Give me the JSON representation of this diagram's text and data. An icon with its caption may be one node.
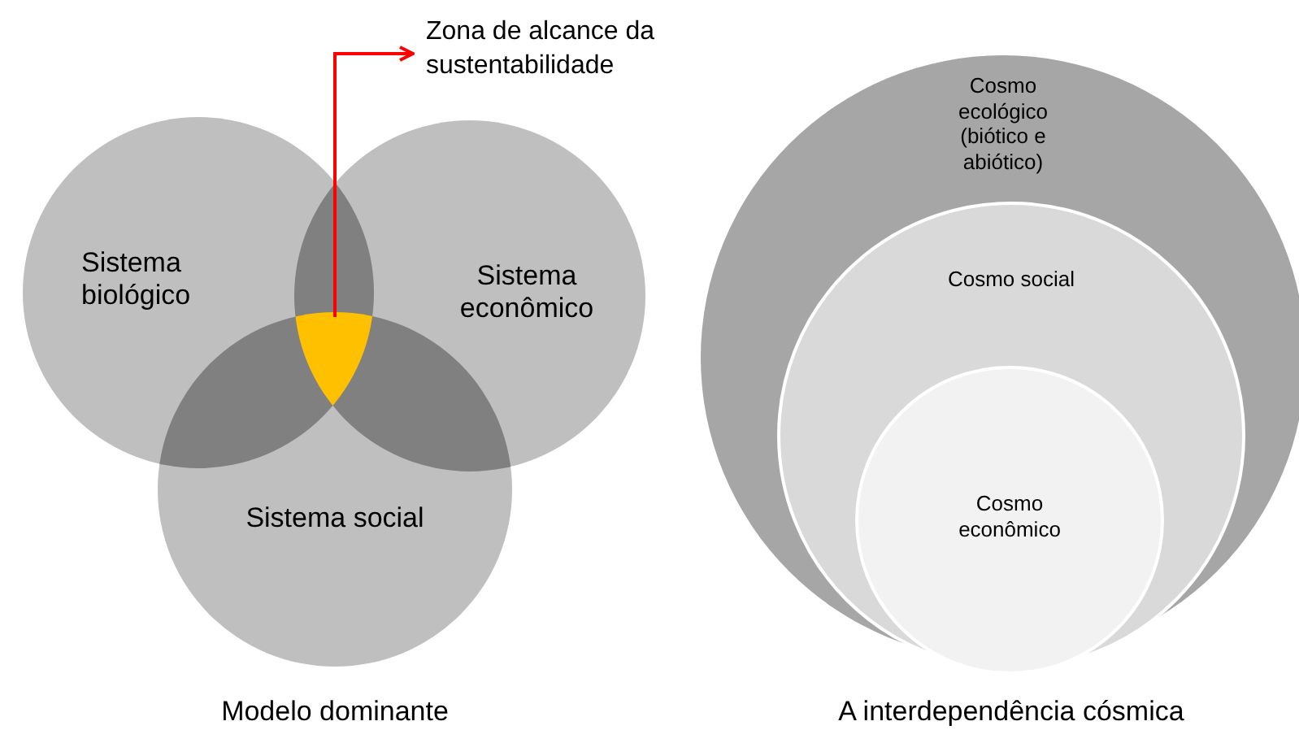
{
  "diagram": {
    "nodes": [
      {
        "text": [
          "Sistema biológico"
        ]
      },
      {
        "text": [
          "Sistema econômico"
        ]
      },
      {
        "text": [
          "Sistema social"
        ]
      },
      {
        "text": [
          "Zona de alcance da sustentabilidade"
        ]
      },
      {
        "text": [],
        "shape": "region"
      },
      {
        "text": [
          "Cosmo ecológico (biótico e abiótico)"
        ]
      },
      {
        "text": [
          "Cosmo social"
        ],
        "in": 5
      },
      {
        "text": [
          "Cosmo econômico"
        ],
        "in": 6
      }
    ],
    "edges": [
      {
        "from": 4,
        "to": 3,
        "arrow": "to",
        "color": "#ff0000"
      }
    ],
    "labels": [
      "Modelo dominante",
      "A interdependência cósmica"
    ]
  }
}
